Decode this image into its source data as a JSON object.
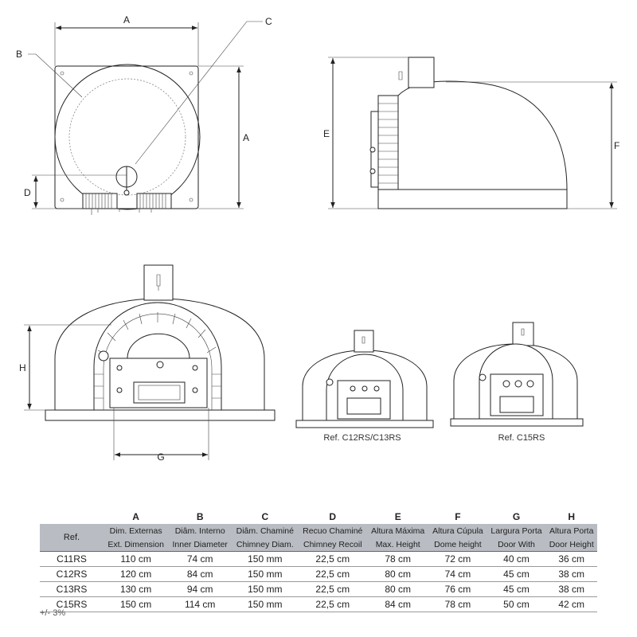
{
  "drawings": {
    "top_view": {
      "labels": {
        "a_top": "A",
        "a_side": "A",
        "b": "B",
        "c": "C",
        "d": "D"
      }
    },
    "side_view": {
      "labels": {
        "e": "E",
        "f": "F"
      }
    },
    "front_view": {
      "labels": {
        "h": "H",
        "g": "G"
      }
    },
    "small_ovens": [
      {
        "caption": "Ref. C12RS/C13RS"
      },
      {
        "caption": "Ref. C15RS"
      }
    ]
  },
  "table": {
    "letters": [
      "",
      "A",
      "B",
      "C",
      "D",
      "E",
      "F",
      "G",
      "H"
    ],
    "ref_header": "Ref.",
    "header_pt": [
      "Dim. Externas",
      "Diâm. Interno",
      "Diâm. Chaminé",
      "Recuo Chaminé",
      "Altura Máxima",
      "Altura Cúpula",
      "Largura Porta",
      "Altura Porta"
    ],
    "header_en": [
      "Ext. Dimension",
      "Inner Diameter",
      "Chimney Diam.",
      "Chimney Recoil",
      "Max. Height",
      "Dome height",
      "Door With",
      "Door Height"
    ],
    "rows": [
      [
        "C11RS",
        "110 cm",
        "74 cm",
        "150 mm",
        "22,5 cm",
        "78 cm",
        "72 cm",
        "40 cm",
        "36 cm"
      ],
      [
        "C12RS",
        "120 cm",
        "84 cm",
        "150 mm",
        "22,5 cm",
        "80 cm",
        "74 cm",
        "45 cm",
        "38 cm"
      ],
      [
        "C13RS",
        "130 cm",
        "94 cm",
        "150 mm",
        "22,5 cm",
        "80 cm",
        "76 cm",
        "45 cm",
        "38 cm"
      ],
      [
        "C15RS",
        "150 cm",
        "114 cm",
        "150 mm",
        "22,5 cm",
        "84 cm",
        "78 cm",
        "50 cm",
        "42 cm"
      ]
    ],
    "tolerance": "+/- 3%"
  }
}
